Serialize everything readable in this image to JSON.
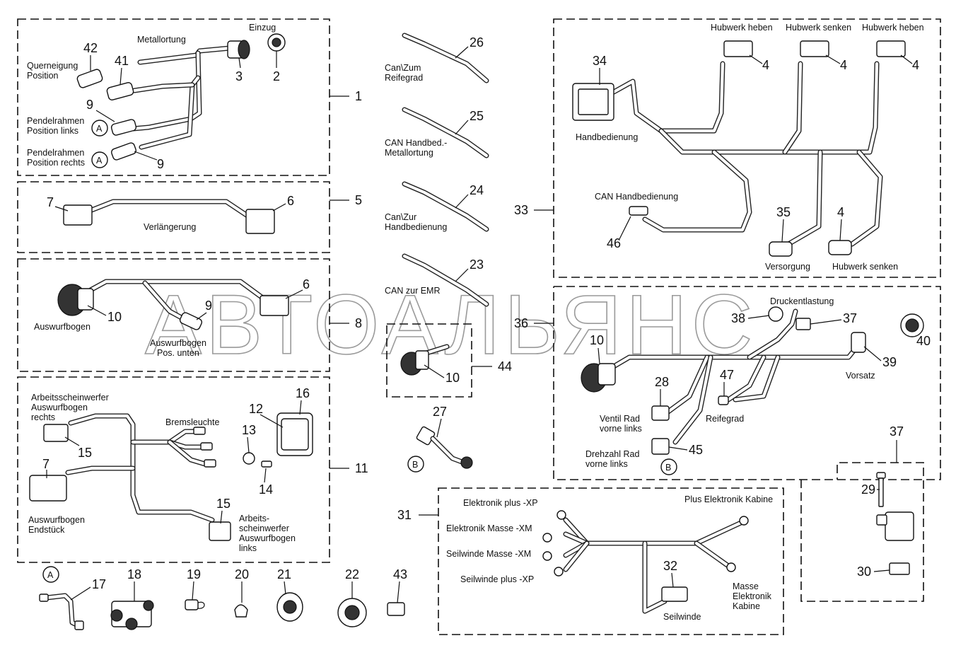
{
  "watermark": "АВТОАЛЬЯНС",
  "circle_refs": {
    "a1": "A",
    "a2": "A",
    "a3": "A",
    "b1": "B",
    "b2": "B"
  },
  "callouts": {
    "c1": "1",
    "c2": "2",
    "c3": "3",
    "c4a": "4",
    "c4b": "4",
    "c4c": "4",
    "c4d": "4",
    "c5": "5",
    "c6a": "6",
    "c6b": "6",
    "c7a": "7",
    "c7b": "7",
    "c8": "8",
    "c9a": "9",
    "c9b": "9",
    "c9c": "9",
    "c10a": "10",
    "c10b": "10",
    "c10c": "10",
    "c11": "11",
    "c12": "12",
    "c13": "13",
    "c14": "14",
    "c15a": "15",
    "c15b": "15",
    "c16": "16",
    "c17": "17",
    "c18": "18",
    "c19": "19",
    "c20": "20",
    "c21": "21",
    "c22": "22",
    "c23": "23",
    "c24": "24",
    "c25": "25",
    "c26": "26",
    "c27": "27",
    "c28": "28",
    "c29": "29",
    "c30": "30",
    "c31": "31",
    "c32": "32",
    "c33": "33",
    "c34": "34",
    "c35": "35",
    "c36": "36",
    "c37a": "37",
    "c37b": "37",
    "c38": "38",
    "c39": "39",
    "c40": "40",
    "c41": "41",
    "c42": "42",
    "c43": "43",
    "c44": "44",
    "c45": "45",
    "c46": "46",
    "c47": "47"
  },
  "labels": {
    "metallortung": "Metallortung",
    "einzug": "Einzug",
    "querneigung_1": "Querneigung",
    "querneigung_2": "Position",
    "pendel_links_1": "Pendelrahmen",
    "pendel_links_2": "Position links",
    "pendel_rechts_1": "Pendelrahmen",
    "pendel_rechts_2": "Position rechts",
    "verlaengerung": "Verlängerung",
    "auswurfbogen": "Auswurfbogen",
    "auswurfbogen_unten_1": "Auswurfbogen",
    "auswurfbogen_unten_2": "Pos. unten",
    "aws_rechts_1": "Arbeitsscheinwerfer",
    "aws_rechts_2": "Auswurfbogen",
    "aws_rechts_3": "rechts",
    "bremsleuchte": "Bremsleuchte",
    "endstueck_1": "Auswurfbogen",
    "endstueck_2": "Endstück",
    "aws_links_1": "Arbeits-",
    "aws_links_2": "scheinwerfer",
    "aws_links_3": "Auswurfbogen",
    "aws_links_4": "links",
    "can_reifegrad_1": "Can\\Zum",
    "can_reifegrad_2": "Reifegrad",
    "can_handbed_1": "CAN Handbed.-",
    "can_handbed_2": "Metallortung",
    "can_zur_hand_1": "Can\\Zur",
    "can_zur_hand_2": "Handbedienung",
    "can_emr": "CAN zur EMR",
    "hubwerk_heben_1": "Hubwerk heben",
    "hubwerk_senken_1": "Hubwerk senken",
    "hubwerk_heben_2": "Hubwerk heben",
    "handbedienung": "Handbedienung",
    "can_handbedienung": "CAN Handbedienung",
    "versorgung": "Versorgung",
    "hubwerk_senken_2": "Hubwerk senken",
    "druckentlastung": "Druckentlastung",
    "vorsatz": "Vorsatz",
    "ventil_1": "Ventil Rad",
    "ventil_2": "vorne links",
    "reifegrad": "Reifegrad",
    "drehzahl_1": "Drehzahl Rad",
    "drehzahl_2": "vorne links",
    "elektronik_plus": "Elektronik plus -XP",
    "plus_elektronik_kabine": "Plus Elektronik Kabine",
    "elektronik_masse": "Elektronik Masse -XM",
    "seilwinde_masse": "Seilwinde Masse -XM",
    "seilwinde_plus": "Seilwinde plus -XP",
    "masse_kabine_1": "Masse",
    "masse_kabine_2": "Elektronik",
    "masse_kabine_3": "Kabine",
    "seilwinde": "Seilwinde"
  }
}
